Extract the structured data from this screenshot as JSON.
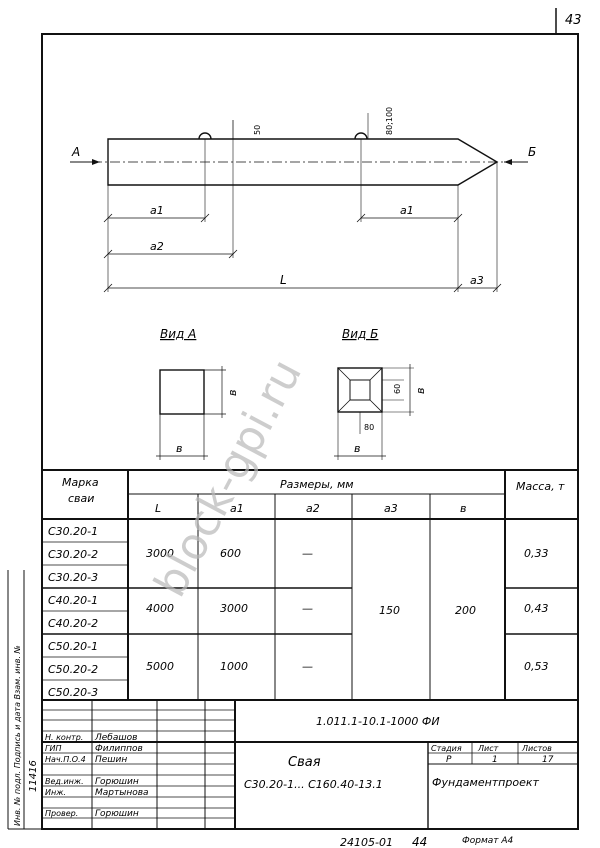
{
  "sheet_number": "43",
  "drawing": {
    "arrow_a": "А",
    "arrow_b": "Б",
    "dim_50": "50",
    "dim_80_100": "80;100",
    "dim_a1_left": "a1",
    "dim_a1_right": "a1",
    "dim_a2": "a2",
    "dim_L": "L",
    "dim_a3": "a3",
    "view_a_title": "Вид А",
    "view_b_title": "Вид Б",
    "view_a_side": "в",
    "view_a_bottom": "в",
    "view_b_side": "в",
    "view_b_bottom": "в",
    "view_b_dim_60": "60",
    "view_b_dim_80": "80"
  },
  "table": {
    "col_mark": "Марка сваи",
    "col_dims": "Размеры, мм",
    "col_mass": "Масса, т",
    "sub_headers": [
      "L",
      "a1",
      "a2",
      "a3",
      "в"
    ],
    "marks": [
      "С30.20-1",
      "С30.20-2",
      "С30.20-3",
      "С40.20-1",
      "С40.20-2",
      "С50.20-1",
      "С50.20-2",
      "С50.20-3"
    ],
    "groups": [
      {
        "L": "3000",
        "a1": "600",
        "a2": "—",
        "mass": "0,33"
      },
      {
        "L": "4000",
        "a1": "3000",
        "a2": "—",
        "mass": "0,43"
      },
      {
        "L": "5000",
        "a1": "1000",
        "a2": "—",
        "mass": "0,53"
      }
    ],
    "a3": "150",
    "b": "200"
  },
  "title_block": {
    "doc_code": "1.011.1-10.1-1000 ФИ",
    "roles": [
      "Н. контр.",
      "ГИП",
      "Нач.П.О.4",
      "Вед.инж.",
      "Инж.",
      "Провер."
    ],
    "names": [
      "Лебашов",
      "Филиппов",
      "Пешин",
      "Горюшин",
      "Мартынова",
      "Горюшин"
    ],
    "title": "Свая",
    "subtitle": "С30.20-1... С160.40-13.1",
    "stage_label": "Стадия",
    "sheet_label": "Лист",
    "sheets_label": "Листов",
    "stage": "Р",
    "sheet": "1",
    "sheets": "17",
    "org": "Фундаментпроект",
    "side_stamp": "Инв. № подл. Подпись и дата Взам. инв. №",
    "inv_no": "11416",
    "bottom_code": "24105-01",
    "bottom_page": "44",
    "format": "Формат А4"
  },
  "watermark": "block-gpi.ru"
}
